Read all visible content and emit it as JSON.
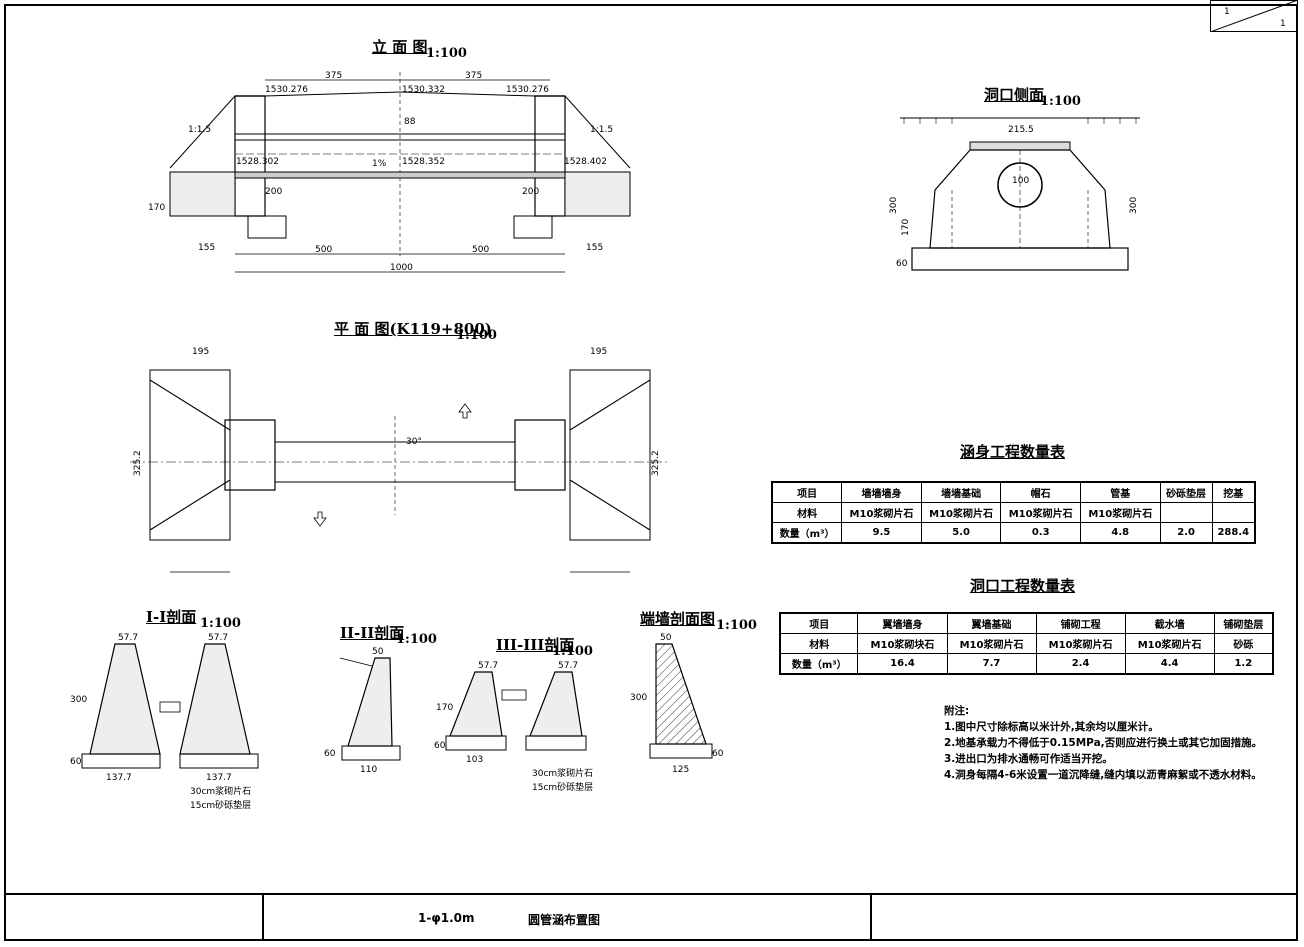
{
  "sheet": {
    "current": "1",
    "total": "1"
  },
  "views": {
    "elevation": {
      "title": "立 面 图",
      "scale": "1:100"
    },
    "portal_side": {
      "title": "洞口侧面",
      "scale": "1:100"
    },
    "plan": {
      "title": "平 面 图(K119+800)",
      "scale": "1:100"
    },
    "section_1": {
      "title": "I-I剖面",
      "scale": "1:100"
    },
    "section_2": {
      "title": "II-II剖面",
      "scale": "1:100"
    },
    "section_3": {
      "title": "III-III剖面",
      "scale": "1:100"
    },
    "end_wall": {
      "title": "端墙剖面图",
      "scale": "1:100"
    }
  },
  "elevation_dims": {
    "half_top": "375",
    "elev_left_top": "1530.276",
    "elev_mid_top": "1530.332",
    "elev_right_top": "1530.276",
    "elev_left_bot": "1528.302",
    "elev_mid_bot": "1528.352",
    "elev_right_bot": "1528.402",
    "slope": "1%",
    "half_bottom": "500",
    "total": "1000",
    "apron": "200",
    "fill_h": "88",
    "found_w": "155",
    "found_h": "170",
    "ratio_left": "1:1.5",
    "ratio_right": "1:1.5"
  },
  "portal_dims": {
    "top": "215.5",
    "pipe": "100",
    "h_left": "300",
    "h_right": "300",
    "found": "60",
    "inner": "170"
  },
  "plan_dims": {
    "wing_len": "195",
    "width": "325.2",
    "angle": "30°"
  },
  "section_dims": {
    "s1_top": "57.7",
    "s1_h": "300",
    "s1_base": "137.7",
    "s1_found": "60",
    "s1_layer1": "30cm浆砌片石",
    "s1_layer2": "15cm砂砾垫层",
    "s2_top": "50",
    "s2_base": "110",
    "s2_found": "60",
    "s3_top": "57.7",
    "s3_base": "103",
    "s3_h": "170",
    "s3_found": "60",
    "s3_layer1": "30cm浆砌片石",
    "s3_layer2": "15cm砂砾垫层",
    "ew_top": "50",
    "ew_h": "300",
    "ew_base": "125",
    "ew_found": "60"
  },
  "tables": {
    "body": {
      "title": "涵身工程数量表",
      "headers": [
        "项目",
        "墙墙墙身",
        "墙墙基础",
        "帽石",
        "管基",
        "砂砾垫层",
        "挖基"
      ],
      "materials": [
        "材料",
        "M10浆砌片石",
        "M10浆砌片石",
        "M10浆砌片石",
        "M10浆砌片石",
        "",
        ""
      ],
      "quantities": [
        "数量（m³）",
        "9.5",
        "5.0",
        "0.3",
        "4.8",
        "2.0",
        "288.4"
      ]
    },
    "portal": {
      "title": "洞口工程数量表",
      "headers": [
        "项目",
        "翼墙墙身",
        "翼墙基础",
        "铺砌工程",
        "截水墙",
        "铺砌垫层"
      ],
      "materials": [
        "材料",
        "M10浆砌块石",
        "M10浆砌片石",
        "M10浆砌片石",
        "M10浆砌片石",
        "砂砾"
      ],
      "quantities": [
        "数量（m³）",
        "16.4",
        "7.7",
        "2.4",
        "4.4",
        "1.2"
      ]
    }
  },
  "notes": {
    "heading": "附注:",
    "items": [
      "1.图中尺寸除标高以米计外,其余均以厘米计。",
      "2.地基承载力不得低于0.15MPa,否则应进行换土或其它加固措施。",
      "3.进出口为排水通畅可作适当开挖。",
      "4.洞身每隔4-6米设置一道沉降缝,缝内填以沥青麻絮或不透水材料。"
    ]
  },
  "title_block": {
    "spec": "1-φ1.0m",
    "name": "圆管涵布置图"
  }
}
